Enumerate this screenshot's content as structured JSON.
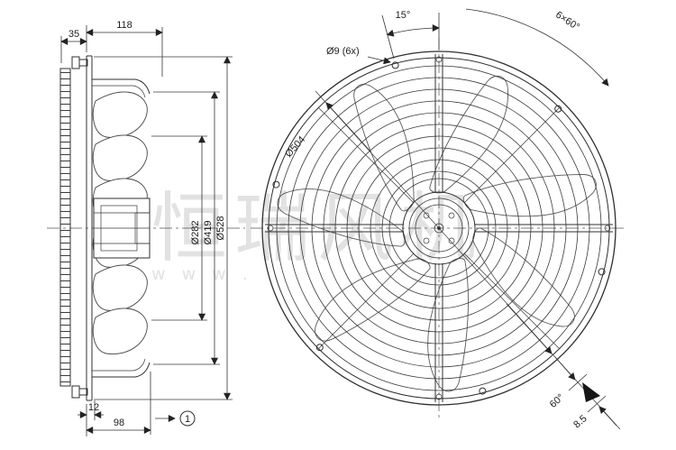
{
  "watermark": {
    "line1": "恒瑞风机",
    "line2": "w w w ."
  },
  "side_view": {
    "dims": {
      "flange_depth": "35",
      "total_depth": "118",
      "grille_offset": "12",
      "overall_depth": "98",
      "dia_inner": "Ø282",
      "dia_mid": "Ø419",
      "dia_outer": "Ø528"
    },
    "ref_balloon": "1"
  },
  "front_view": {
    "dims": {
      "hole_offset_angle": "15°",
      "hole_spacing": "6×60°",
      "hole_callout": "Ø9 (6x)",
      "dia_bolt_circle": "Ø504",
      "blade_angle": "60°",
      "blade_width": "8.5"
    }
  }
}
